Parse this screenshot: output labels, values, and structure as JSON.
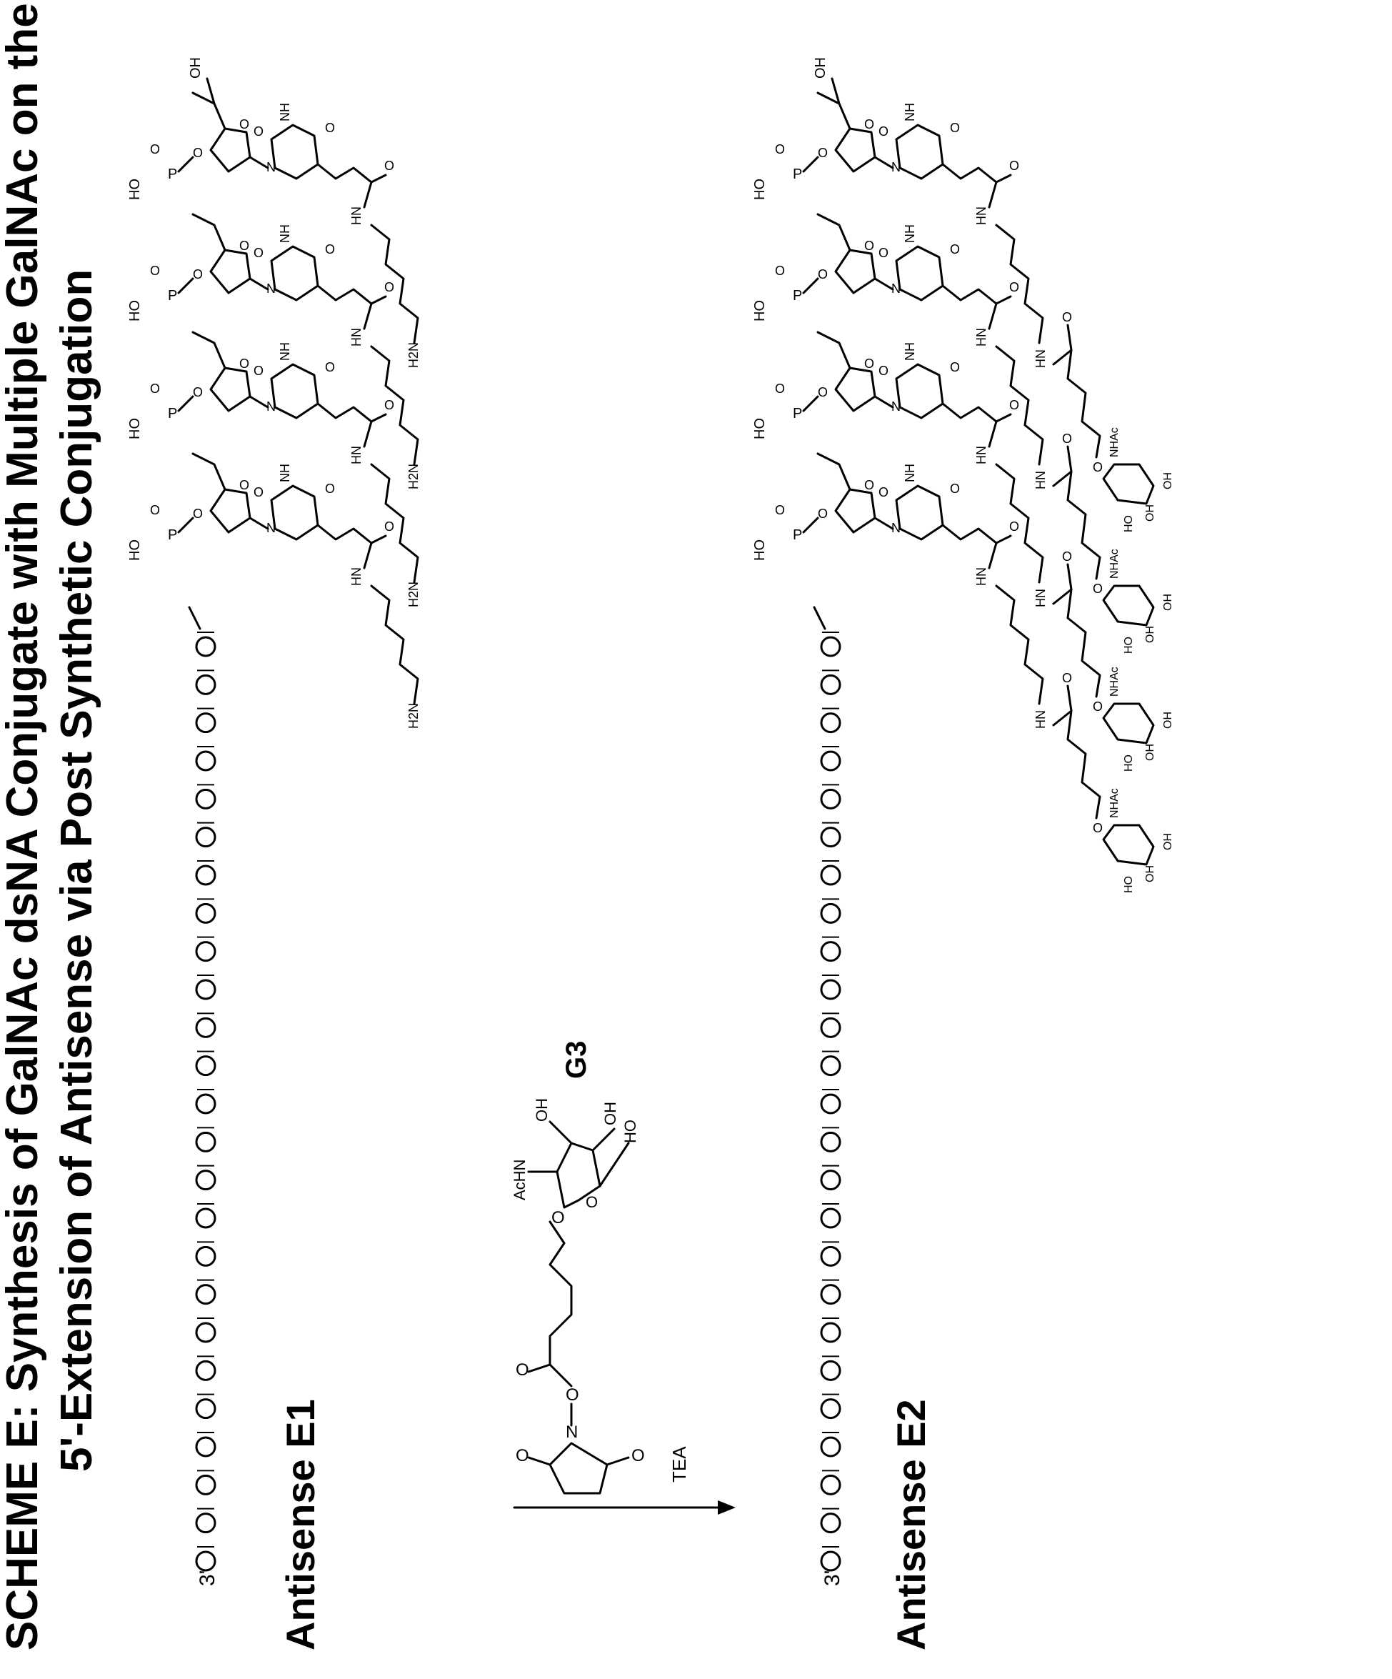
{
  "title": {
    "line1": "SCHEME E: Synthesis of GalNAc dsNA Conjugate with Multiple GalNAc on the",
    "line2": "5'-Extension of Antisense via Post Synthetic Conjugation"
  },
  "strand_end_label": "3'",
  "compounds": {
    "e1": {
      "label": "Antisense E1",
      "atoms": {
        "hydroxyl": "OH",
        "ho": "HO",
        "p": "P",
        "o": "O",
        "n": "N",
        "nh": "NH",
        "hn": "HN",
        "h2n": "H2N"
      },
      "nucleotides": 4
    },
    "e2": {
      "label": "Antisense E2",
      "atoms": {
        "hydroxyl": "OH",
        "ho": "HO",
        "p": "P",
        "o": "O",
        "n": "N",
        "nh": "NH",
        "hn": "HN",
        "nhac": "NHAc"
      },
      "nucleotides": 4
    }
  },
  "reagent": {
    "label": "G3",
    "condition": "TEA",
    "atoms": {
      "achn": "AcHN",
      "oh": "OH",
      "ho": "HO",
      "o": "O",
      "n": "N"
    }
  },
  "chain": {
    "beads": 25
  }
}
